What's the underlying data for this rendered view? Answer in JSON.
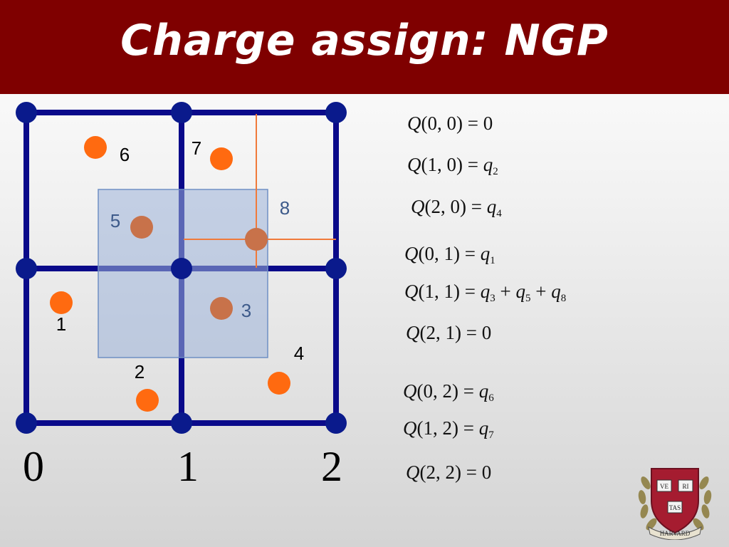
{
  "slide": {
    "title": "Charge assign: NGP"
  },
  "diagram": {
    "grid_nodes_count": 9,
    "axis_labels": [
      "0",
      "1",
      "2"
    ],
    "particles": [
      {
        "label": "1"
      },
      {
        "label": "2"
      },
      {
        "label": "3"
      },
      {
        "label": "4"
      },
      {
        "label": "5"
      },
      {
        "label": "6"
      },
      {
        "label": "7"
      },
      {
        "label": "8"
      }
    ],
    "colors": {
      "grid": "#0a0a8a",
      "node": "#0a1a8c",
      "particle": "#ff6a10",
      "highlight_box": "#9db3d9",
      "crosshair": "#f07a3a"
    }
  },
  "equations": [
    {
      "q": "Q",
      "args": "(0, 0)",
      "rhs": [
        {
          "t": "0"
        }
      ]
    },
    {
      "q": "Q",
      "args": "(1, 0)",
      "rhs": [
        {
          "v": "q",
          "s": "2"
        }
      ]
    },
    {
      "q": "Q",
      "args": "(2, 0)",
      "rhs": [
        {
          "v": "q",
          "s": "4"
        }
      ]
    },
    {
      "q": "Q",
      "args": "(0, 1)",
      "rhs": [
        {
          "v": "q",
          "s": "1"
        }
      ]
    },
    {
      "q": "Q",
      "args": "(1, 1)",
      "rhs": [
        {
          "v": "q",
          "s": "3"
        },
        {
          "op": "+"
        },
        {
          "v": "q",
          "s": "5"
        },
        {
          "op": "+"
        },
        {
          "v": "q",
          "s": "8"
        }
      ]
    },
    {
      "q": "Q",
      "args": "(2, 1)",
      "rhs": [
        {
          "t": "0"
        }
      ]
    },
    {
      "q": "Q",
      "args": "(0, 2)",
      "rhs": [
        {
          "v": "q",
          "s": "6"
        }
      ]
    },
    {
      "q": "Q",
      "args": "(1, 2)",
      "rhs": [
        {
          "v": "q",
          "s": "7"
        }
      ]
    },
    {
      "q": "Q",
      "args": "(2, 2)",
      "rhs": [
        {
          "t": "0"
        }
      ]
    }
  ],
  "logo": {
    "name": "harvard-shield-icon",
    "book_texts": [
      "VE",
      "RI",
      "TAS"
    ],
    "ribbon": "HARVARD"
  }
}
